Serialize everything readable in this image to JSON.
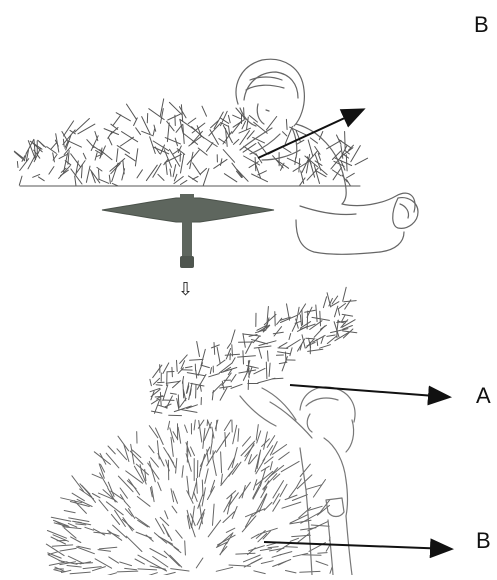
{
  "labels": {
    "top_section": "B",
    "upper_tree_section": "A",
    "lower_tree_section": "B"
  },
  "icons": {
    "step_arrow": "⇩"
  },
  "colors": {
    "stand": "#5e665e",
    "line_art": "#555555",
    "arrow": "#111111"
  }
}
